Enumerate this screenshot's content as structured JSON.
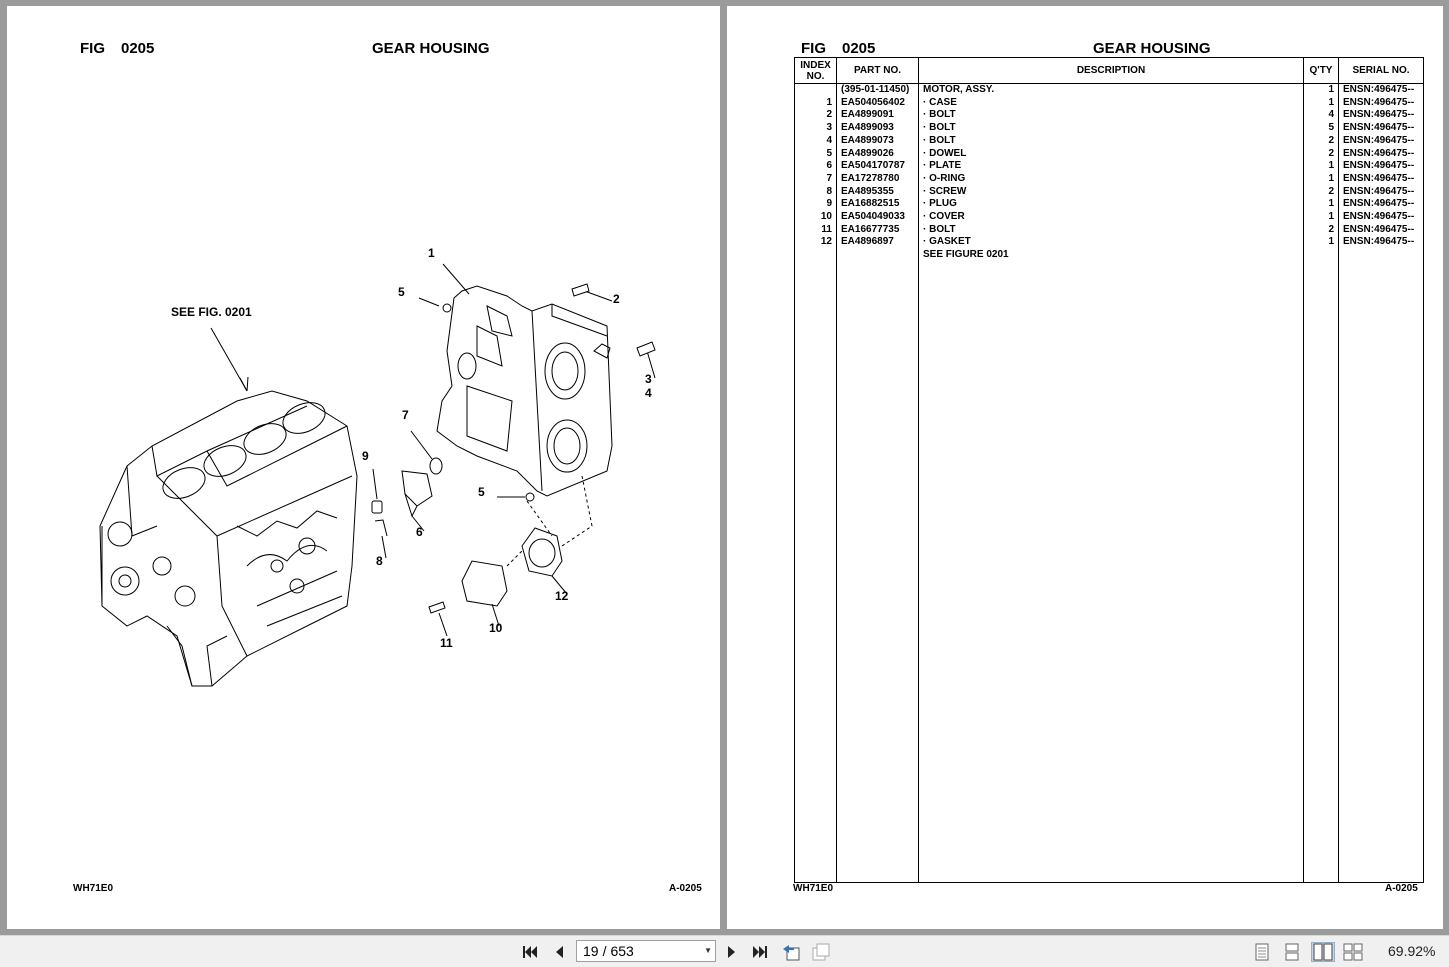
{
  "left_page": {
    "fig_label": "FIG",
    "fig_number": "0205",
    "title": "GEAR HOUSING",
    "see_fig_note": "SEE FIG. 0201",
    "callouts": [
      "1",
      "2",
      "3",
      "4",
      "5",
      "5",
      "6",
      "7",
      "8",
      "9",
      "10",
      "11",
      "12"
    ],
    "footer_left": "WH71E0",
    "footer_right": "A-0205"
  },
  "right_page": {
    "fig_label": "FIG",
    "fig_number": "0205",
    "title": "GEAR HOUSING",
    "columns": {
      "index": "INDEX NO.",
      "part": "PART NO.",
      "desc": "DESCRIPTION",
      "qty": "Q'TY",
      "serial": "SERIAL NO."
    },
    "rows": [
      {
        "idx": "",
        "part": "(395-01-11450)",
        "desc": "MOTOR, ASSY.",
        "qty": "1",
        "serial": "ENSN:496475--"
      },
      {
        "idx": "1",
        "part": "EA504056402",
        "desc": "· CASE",
        "qty": "1",
        "serial": "ENSN:496475--"
      },
      {
        "idx": "2",
        "part": "EA4899091",
        "desc": "· BOLT",
        "qty": "4",
        "serial": "ENSN:496475--"
      },
      {
        "idx": "3",
        "part": "EA4899093",
        "desc": "· BOLT",
        "qty": "5",
        "serial": "ENSN:496475--"
      },
      {
        "idx": "4",
        "part": "EA4899073",
        "desc": "· BOLT",
        "qty": "2",
        "serial": "ENSN:496475--"
      },
      {
        "idx": "5",
        "part": "EA4899026",
        "desc": "· DOWEL",
        "qty": "2",
        "serial": "ENSN:496475--"
      },
      {
        "idx": "6",
        "part": "EA504170787",
        "desc": "· PLATE",
        "qty": "1",
        "serial": "ENSN:496475--"
      },
      {
        "idx": "7",
        "part": "EA17278780",
        "desc": "· O-RING",
        "qty": "1",
        "serial": "ENSN:496475--"
      },
      {
        "idx": "8",
        "part": "EA4895355",
        "desc": "· SCREW",
        "qty": "2",
        "serial": "ENSN:496475--"
      },
      {
        "idx": "9",
        "part": "EA16882515",
        "desc": "· PLUG",
        "qty": "1",
        "serial": "ENSN:496475--"
      },
      {
        "idx": "10",
        "part": "EA504049033",
        "desc": "· COVER",
        "qty": "1",
        "serial": "ENSN:496475--"
      },
      {
        "idx": "11",
        "part": "EA16677735",
        "desc": "· BOLT",
        "qty": "2",
        "serial": "ENSN:496475--"
      },
      {
        "idx": "12",
        "part": "EA4896897",
        "desc": "· GASKET",
        "qty": "1",
        "serial": "ENSN:496475--"
      },
      {
        "idx": "",
        "part": "",
        "desc": "SEE FIGURE 0201",
        "qty": "",
        "serial": ""
      }
    ],
    "footer_left": "WH71E0",
    "footer_right": "A-0205"
  },
  "toolbar": {
    "current_page": "19",
    "separator": "/",
    "total_pages": "653",
    "zoom": "69.92%",
    "icons": [
      "first-page-icon",
      "previous-page-icon",
      "next-page-icon",
      "last-page-icon",
      "previous-view-icon",
      "next-view-icon",
      "single-page-icon",
      "continuous-icon",
      "facing-icon",
      "continuous-facing-icon"
    ]
  }
}
